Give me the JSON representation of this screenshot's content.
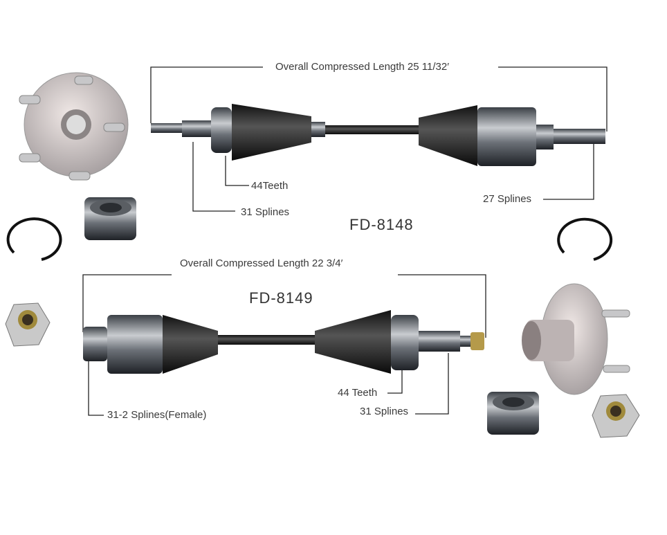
{
  "shaft_top": {
    "model": "FD-8148",
    "overall_length": "Overall Compressed Length  25  11/32′",
    "teeth": "44Teeth",
    "inner_splines": "31  Splines",
    "outer_splines": "27 Splines"
  },
  "shaft_bottom": {
    "model": "FD-8149",
    "overall_length": "Overall Compressed Length  22 3/4′",
    "female_splines": "31-2  Splines(Female)",
    "teeth": "44  Teeth",
    "outer_splines": "31 Splines"
  }
}
